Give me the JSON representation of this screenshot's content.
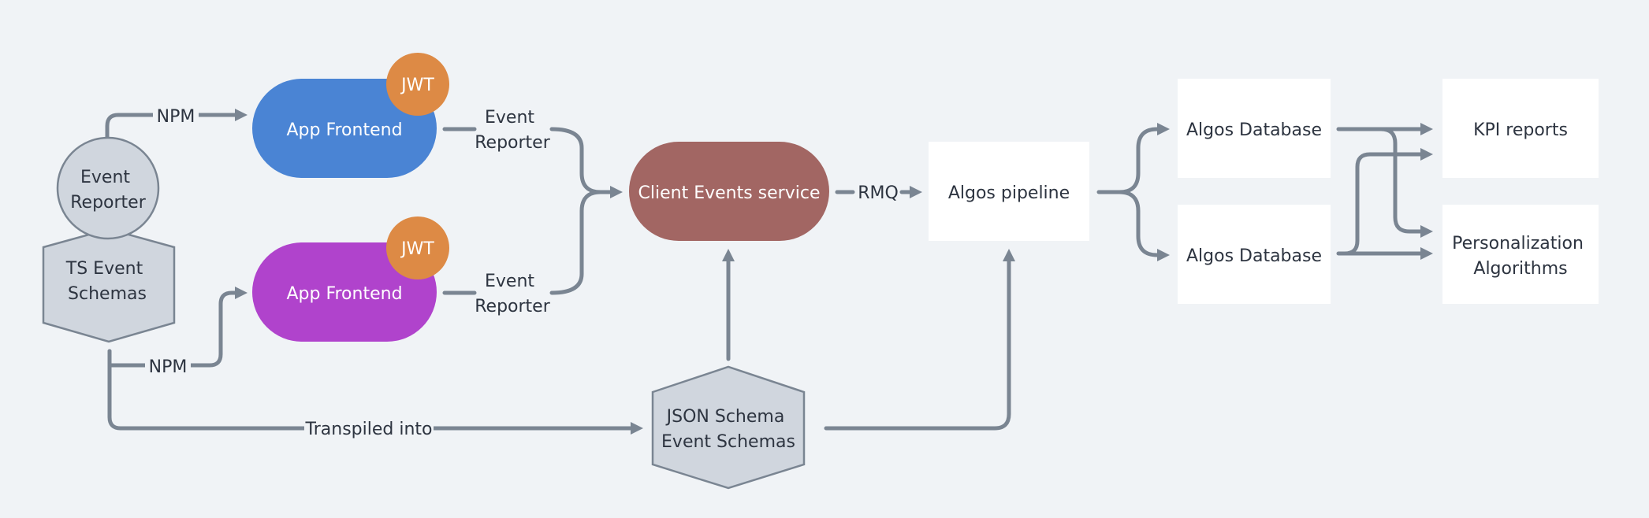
{
  "diagram": {
    "nodes": {
      "event_reporter": [
        "Event",
        "Reporter"
      ],
      "ts_schemas": [
        "TS Event",
        "Schemas"
      ],
      "app_frontend_1": "App Frontend",
      "app_frontend_2": "App Frontend",
      "jwt_1": "JWT",
      "jwt_2": "JWT",
      "client_events": "Client Events service",
      "algos_pipeline": "Algos pipeline",
      "algos_db_1": "Algos Database",
      "algos_db_2": "Algos Database",
      "kpi_reports": "KPI reports",
      "personalization": [
        "Personalization",
        "Algorithms"
      ],
      "json_schemas": [
        "JSON Schema",
        "Event Schemas"
      ]
    },
    "edge_labels": {
      "npm_top": "NPM",
      "npm_bottom": "NPM",
      "event_reporter_1": [
        "Event",
        "Reporter"
      ],
      "event_reporter_2": [
        "Event",
        "Reporter"
      ],
      "rmq": "RMQ",
      "transpiled": "Transpiled into"
    },
    "colors": {
      "background": "#f0f3f6",
      "app_frontend_1": "#4a84d4",
      "app_frontend_2": "#b043cc",
      "jwt": "#dd8a45",
      "client_events": "#a26663",
      "connector": "#7a8592",
      "schema_fill": "#d0d6de"
    }
  }
}
